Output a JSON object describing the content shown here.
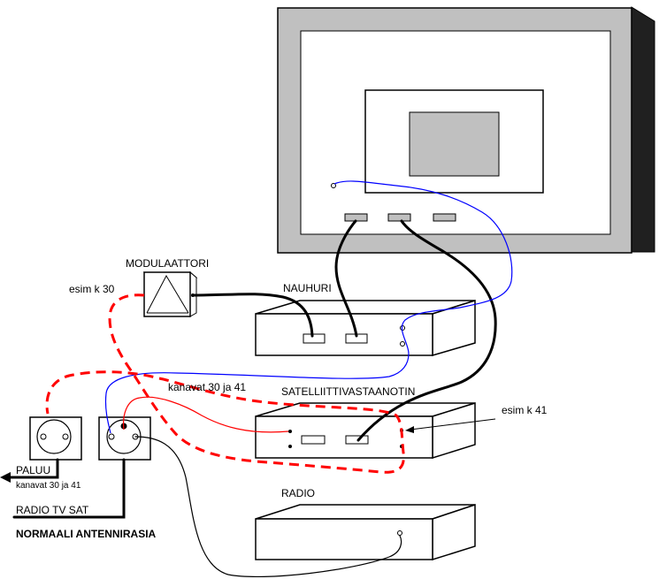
{
  "labels": {
    "modulator": "MODULAATTORI",
    "modulator_channel": "esim k 30",
    "vcr": "NAUHURI",
    "channels": "kanavat 30 ja 41",
    "satellite_receiver": "SATELLIITTIVASTAANOTIN",
    "satellite_channel": "esim k 41",
    "radio": "RADIO",
    "return": "PALUU",
    "return_channels": "kanavat 30 ja 41",
    "socket_outputs": "RADIO TV SAT",
    "normal_socket": "NORMAALI ANTENNIRASIA"
  },
  "colors": {
    "tv_frame": "#c0c0c0",
    "tv_side": "#202020",
    "tv_screen_inner": "#c0c0c0",
    "tv_port": "#c0c0c0",
    "cable_black": "#000000",
    "cable_blue": "#0000ff",
    "cable_red": "#ff0000",
    "loop_red_dashed": "#ff0000"
  }
}
